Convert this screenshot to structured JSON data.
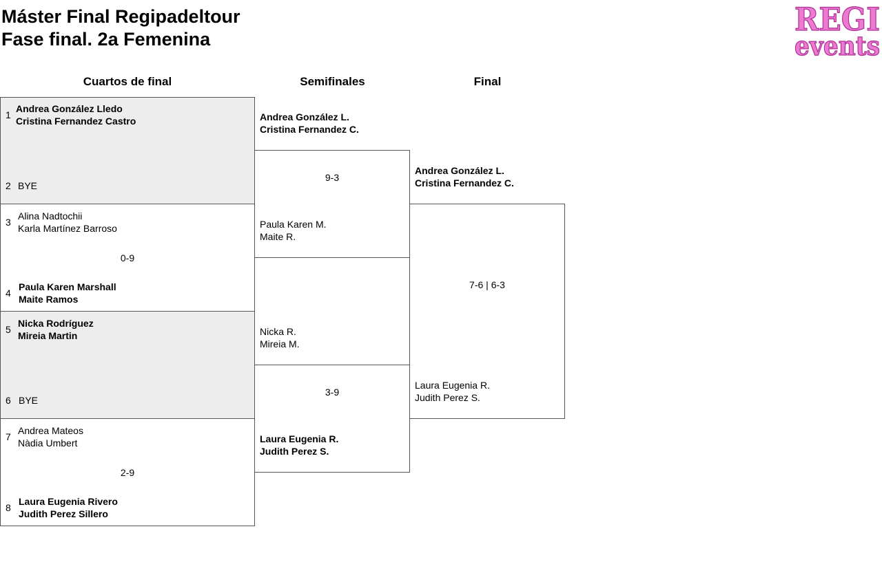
{
  "title": {
    "line1": "Máster Final Regipadeltour",
    "line2": "Fase final. 2a Femenina"
  },
  "logo": {
    "line1": "REGI",
    "line2": "events",
    "color": "#ea7bd1"
  },
  "rounds": {
    "quarterfinals": "Cuartos de final",
    "semifinals": "Semifinales",
    "final": "Final"
  },
  "quarterfinals": [
    {
      "top": {
        "seed": "1",
        "players": [
          "Andrea González Lledo",
          "Cristina Fernandez Castro"
        ]
      },
      "bottom": {
        "seed": "2",
        "players": [
          "BYE"
        ]
      },
      "score": ""
    },
    {
      "top": {
        "seed": "3",
        "players": [
          "Alina Nadtochii",
          "Karla Martínez Barroso"
        ]
      },
      "bottom": {
        "seed": "4",
        "players": [
          "Paula Karen Marshall",
          "Maite Ramos"
        ]
      },
      "score": "0-9"
    },
    {
      "top": {
        "seed": "5",
        "players": [
          "Nicka Rodríguez",
          "Mireia Martin"
        ]
      },
      "bottom": {
        "seed": "6",
        "players": [
          "BYE"
        ]
      },
      "score": ""
    },
    {
      "top": {
        "seed": "7",
        "players": [
          "Andrea Mateos",
          "Nàdia Umbert"
        ]
      },
      "bottom": {
        "seed": "8",
        "players": [
          "Laura Eugenia Rivero",
          "Judith Perez Sillero"
        ]
      },
      "score": "2-9"
    }
  ],
  "semifinals": [
    {
      "top": [
        "Andrea González L.",
        "Cristina Fernandez C."
      ],
      "bottom": [
        "Paula Karen M.",
        "Maite R."
      ],
      "score": "9-3"
    },
    {
      "top": [
        "Nicka R.",
        "Mireia M."
      ],
      "bottom": [
        "Laura Eugenia R.",
        "Judith Perez S."
      ],
      "score": "3-9"
    }
  ],
  "final": {
    "top": [
      "Andrea González L.",
      "Cristina Fernandez C."
    ],
    "bottom": [
      "Laura Eugenia R.",
      "Judith Perez S."
    ],
    "score": "7-6 | 6-3"
  }
}
